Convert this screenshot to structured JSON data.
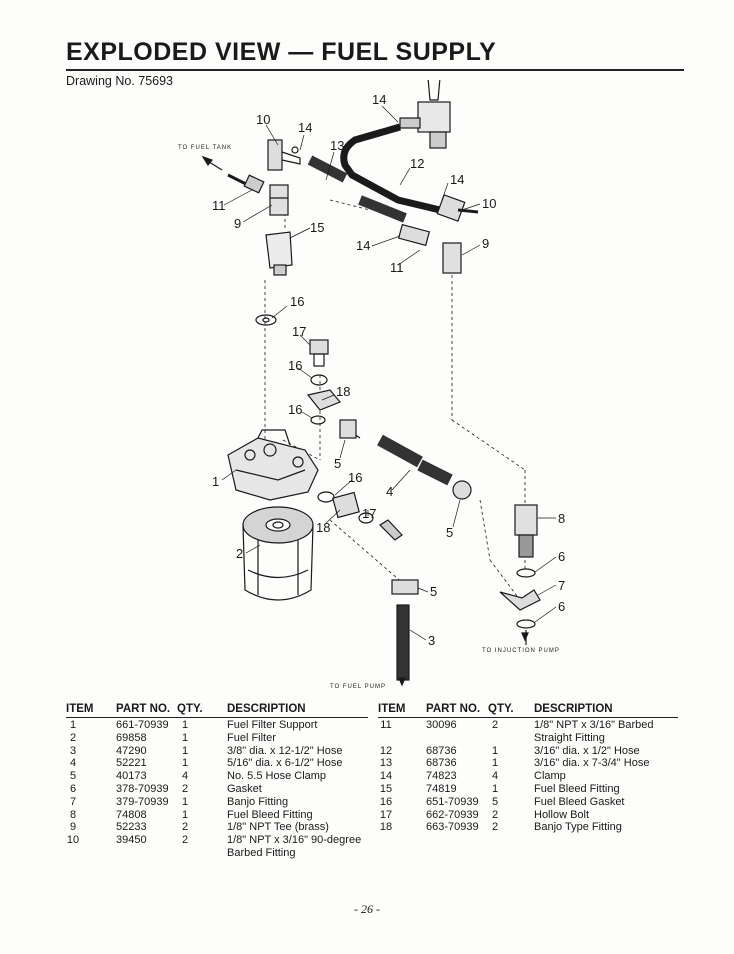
{
  "header": {
    "title": "EXPLODED VIEW — FUEL SUPPLY",
    "drawing_no": "Drawing No. 75693"
  },
  "diagram": {
    "notes": {
      "to_fuel_tank": "TO FUEL TANK",
      "to_injection_pump": "TO INJUCTION PUMP",
      "to_fuel_pump": "TO FUEL PUMP"
    },
    "callouts": {
      "c1": "1",
      "c2": "2",
      "c3": "3",
      "c4": "4",
      "c5a": "5",
      "c5b": "5",
      "c5c": "5",
      "c6a": "6",
      "c6b": "6",
      "c7": "7",
      "c8": "8",
      "c9a": "9",
      "c9b": "9",
      "c10a": "10",
      "c10b": "10",
      "c11a": "11",
      "c11b": "11",
      "c12": "12",
      "c13": "13",
      "c14a": "14",
      "c14b": "14",
      "c14c": "14",
      "c14d": "14",
      "c15": "15",
      "c16a": "16",
      "c16b": "16",
      "c16c": "16",
      "c16d": "16",
      "c17a": "17",
      "c17b": "17",
      "c18a": "18",
      "c18b": "18"
    }
  },
  "parts_table": {
    "headers": {
      "item": "ITEM",
      "part_no": "PART NO.",
      "qty": "QTY.",
      "description": "DESCRIPTION"
    },
    "left": [
      {
        "item": "1",
        "part_no": "661-70939",
        "qty": "1",
        "description": [
          "Fuel Filter Support"
        ]
      },
      {
        "item": "2",
        "part_no": "69858",
        "qty": "1",
        "description": [
          "Fuel Filter"
        ]
      },
      {
        "item": "3",
        "part_no": "47290",
        "qty": "1",
        "description": [
          "3/8\" dia. x 12-1/2\" Hose"
        ]
      },
      {
        "item": "4",
        "part_no": "52221",
        "qty": "1",
        "description": [
          "5/16\" dia. x 6-1/2\" Hose"
        ]
      },
      {
        "item": "5",
        "part_no": "40173",
        "qty": "4",
        "description": [
          "No. 5.5 Hose Clamp"
        ]
      },
      {
        "item": "6",
        "part_no": "378-70939",
        "qty": "2",
        "description": [
          "Gasket"
        ]
      },
      {
        "item": "7",
        "part_no": "379-70939",
        "qty": "1",
        "description": [
          "Banjo Fitting"
        ]
      },
      {
        "item": "8",
        "part_no": "74808",
        "qty": "1",
        "description": [
          "Fuel Bleed Fitting"
        ]
      },
      {
        "item": "9",
        "part_no": "52233",
        "qty": "2",
        "description": [
          "1/8\" NPT Tee (brass)"
        ]
      },
      {
        "item": "10",
        "part_no": "39450",
        "qty": "2",
        "description": [
          "1/8\" NPT x 3/16\" 90-degree",
          "Barbed Fitting"
        ]
      }
    ],
    "right": [
      {
        "item": "11",
        "part_no": "30096",
        "qty": "2",
        "description": [
          "1/8\" NPT x 3/16\" Barbed",
          "Straight Fitting"
        ]
      },
      {
        "item": "12",
        "part_no": "68736",
        "qty": "1",
        "description": [
          "3/16\" dia. x 1/2\" Hose"
        ]
      },
      {
        "item": "13",
        "part_no": "68736",
        "qty": "1",
        "description": [
          "3/16\" dia. x 7-3/4\" Hose"
        ]
      },
      {
        "item": "14",
        "part_no": "74823",
        "qty": "4",
        "description": [
          "Clamp"
        ]
      },
      {
        "item": "15",
        "part_no": "74819",
        "qty": "1",
        "description": [
          "Fuel Bleed Fitting"
        ]
      },
      {
        "item": "16",
        "part_no": "651-70939",
        "qty": "5",
        "description": [
          "Fuel Bleed Gasket"
        ]
      },
      {
        "item": "17",
        "part_no": "662-70939",
        "qty": "2",
        "description": [
          "Hollow Bolt"
        ]
      },
      {
        "item": "18",
        "part_no": "663-70939",
        "qty": "2",
        "description": [
          "Banjo Type Fitting"
        ]
      }
    ]
  },
  "footer": {
    "page_number": "- 26 -"
  }
}
